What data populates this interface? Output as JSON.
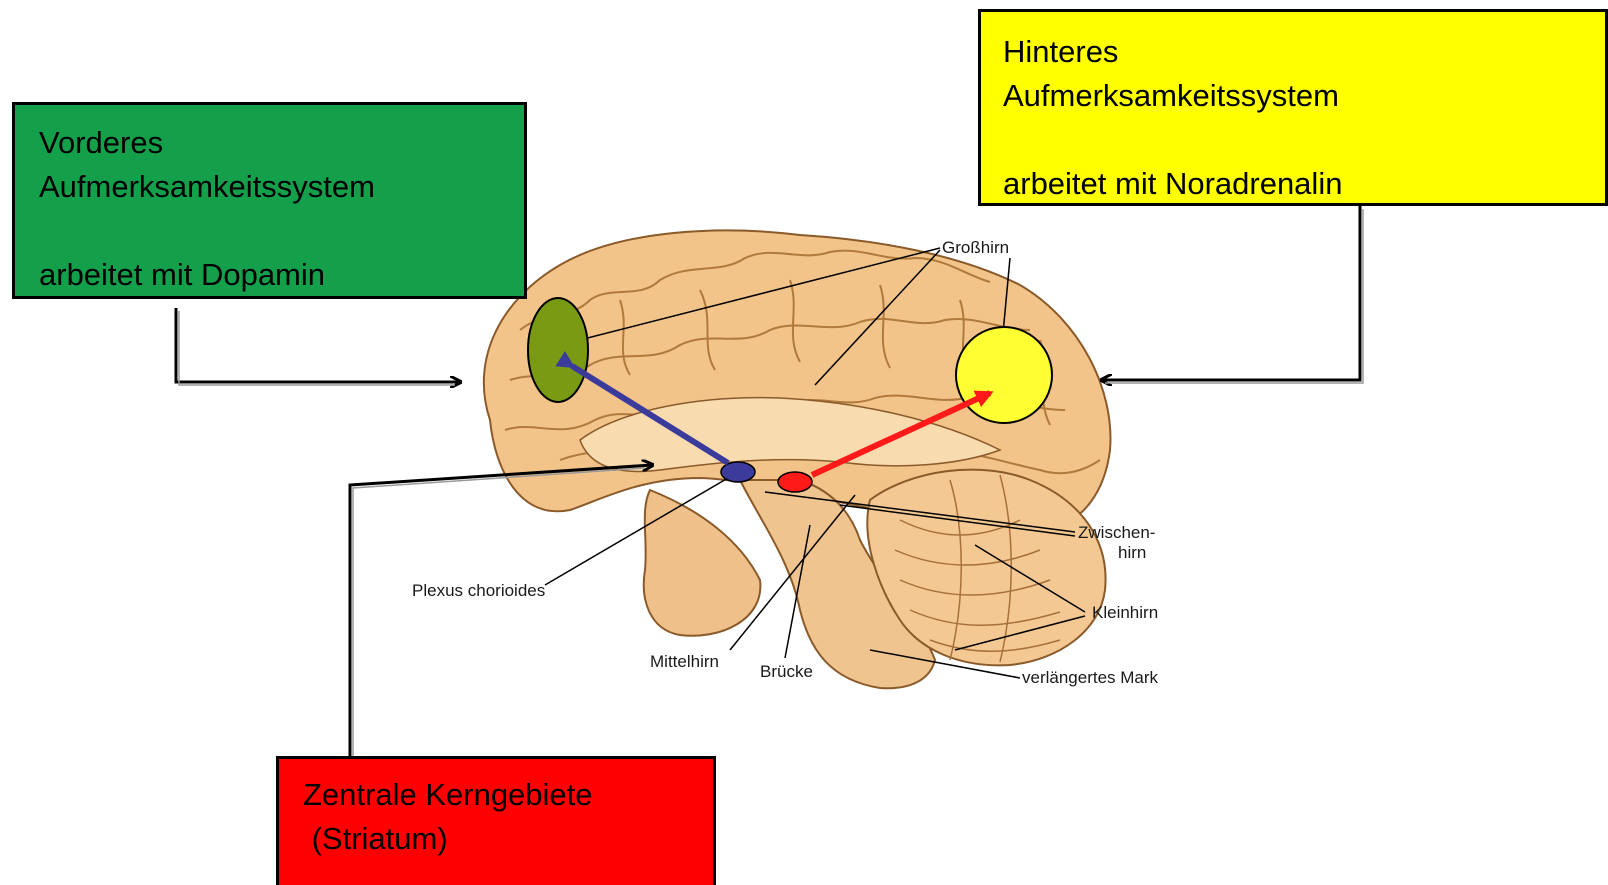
{
  "boxes": {
    "anterior": {
      "line1": "Vorderes",
      "line2": "Aufmerksamkeitssystem",
      "line3": "arbeitet mit  Dopamin",
      "color": "#14a04a"
    },
    "posterior": {
      "line1": "Hinteres",
      "line2": "Aufmerksamkeitssystem",
      "line3": "arbeitet mit Noradrenalin",
      "color": "#ffff00"
    },
    "central": {
      "line1": "Zentrale Kerngebiete",
      "line2": " (Striatum)",
      "color": "#ff0000"
    }
  },
  "brain_labels": {
    "grosshirn": "Großhirn",
    "zwischenhirn_1": "Zwischen-",
    "zwischenhirn_2": "hirn",
    "plexus": "Plexus chorioides",
    "kleinhirn": "Kleinhirn",
    "mittelhirn": "Mittelhirn",
    "bruecke": "Brücke",
    "verlaengertes_mark": "verlängertes Mark"
  },
  "colors": {
    "frontal_region": "#7a9a14",
    "parietal_region": "#ffff33",
    "dopamine_path": "#3b3b9c",
    "noradrenalin_path": "#ff1a1a",
    "brain_tissue": "#f2c48a"
  }
}
